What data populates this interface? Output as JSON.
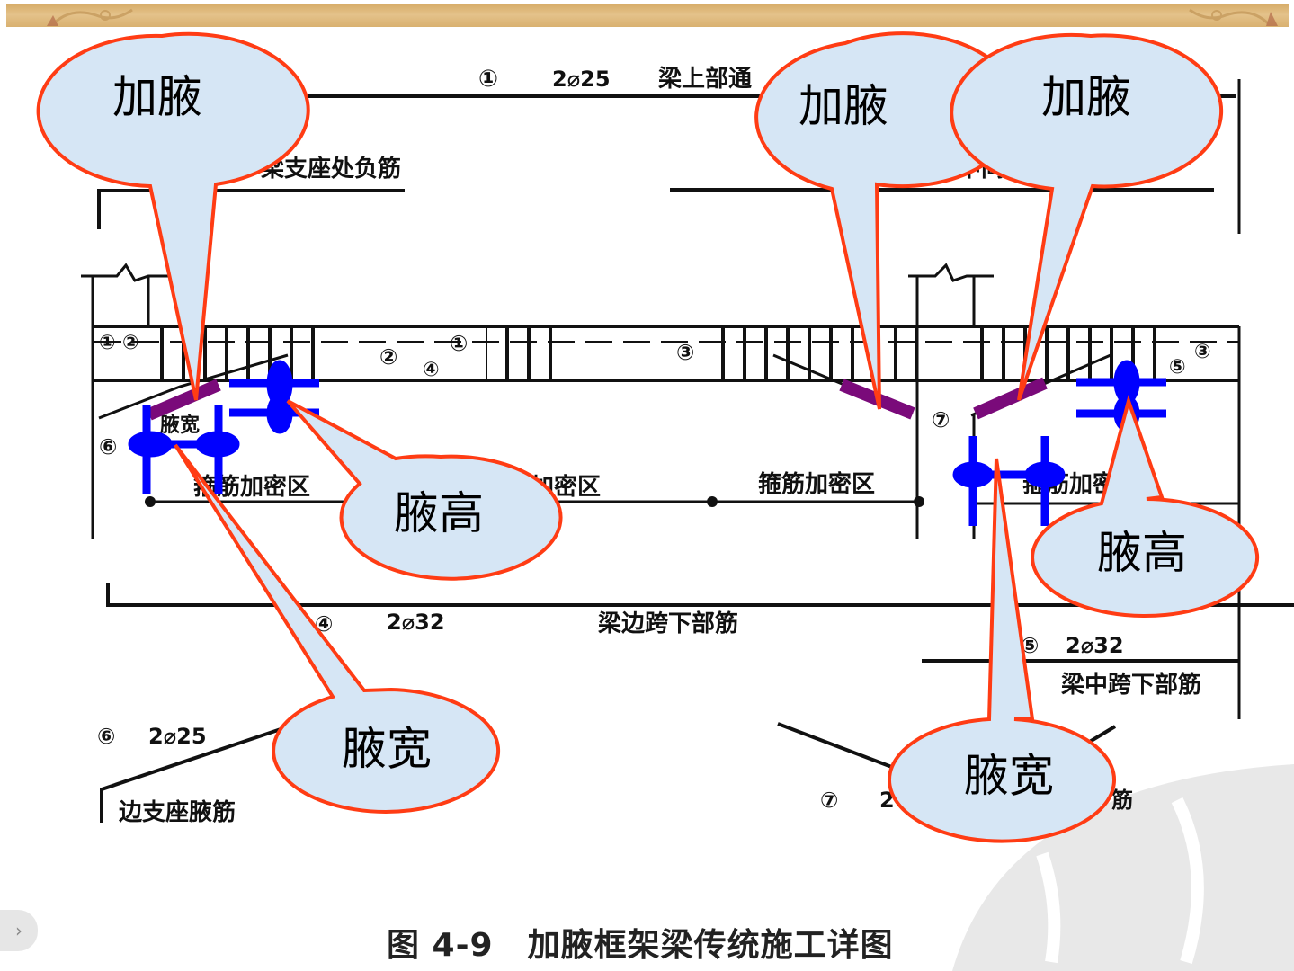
{
  "slide": {
    "caption": {
      "figure_number": "图 4-9",
      "title": "加腋框架梁传统施工详图"
    },
    "nav": {
      "next_icon": "›"
    }
  },
  "drawing_labels": {
    "top_bar_id": "①",
    "top_bar_spec": "2⌀25",
    "top_bar_name": "梁上部通",
    "support_neg_bar": "梁支座处负筋",
    "middle_support": "中间支",
    "stirrup_zone_1": "箍筋加密区",
    "stirrup_zone_2": "加密区",
    "stirrup_zone_3": "箍筋加密区",
    "stirrup_zone_4": "箍筋加密",
    "haunch_width_small": "腋宽",
    "haunch_height_small": "腋高",
    "bar4_id": "④",
    "bar4_spec": "2⌀32",
    "bar4_name": "梁边跨下部筋",
    "bar5_id": "⑤",
    "bar5_spec": "2⌀32",
    "bar5_name": "梁中跨下部筋",
    "bar6_id": "⑥",
    "bar6_spec": "2⌀25",
    "bar6_name": "边支座腋筋",
    "bar7_id": "⑦",
    "bar7_spec": "2",
    "bar7_name_tail": "筋",
    "markers": [
      "①",
      "②",
      "②",
      "①",
      "④",
      "③",
      "⑥",
      "⑦",
      "⑤",
      "③"
    ]
  },
  "callouts": [
    {
      "id": "haunch-1",
      "label": "加腋"
    },
    {
      "id": "haunch-2",
      "label": "加腋"
    },
    {
      "id": "haunch-3",
      "label": "加腋"
    },
    {
      "id": "haunch-height-1",
      "label": "腋高"
    },
    {
      "id": "haunch-height-2",
      "label": "腋高"
    },
    {
      "id": "haunch-width-1",
      "label": "腋宽"
    },
    {
      "id": "haunch-width-2",
      "label": "腋宽"
    }
  ],
  "colors": {
    "callout_fill": "#d6e6f5",
    "callout_stroke": "#ff3c14",
    "haunch_mark": "#7a0a7a",
    "dimension_mark": "#0000ff",
    "banner": "#d9b170"
  }
}
